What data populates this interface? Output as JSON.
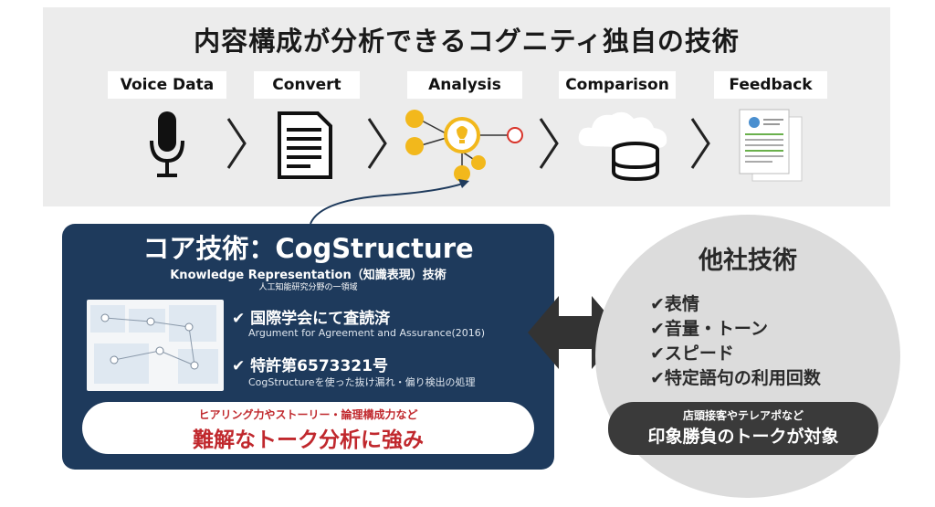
{
  "top": {
    "title": "内容構成が分析できるコグニティ独自の技術",
    "stages": [
      {
        "label": "Voice Data",
        "icon": "microphone-icon"
      },
      {
        "label": "Convert",
        "icon": "document-icon"
      },
      {
        "label": "Analysis",
        "icon": "analysis-network-icon"
      },
      {
        "label": "Comparison",
        "icon": "cloud-database-icon"
      },
      {
        "label": "Feedback",
        "icon": "report-pages-icon"
      }
    ]
  },
  "core": {
    "title": "コア技術：CogStructure",
    "subtitle": "Knowledge Representation（知識表現）技術",
    "subtitle2": "人工知能研究分野の一領域",
    "items": [
      {
        "head": "✔ 国際学会にて査読済",
        "sub": "Argument for Agreement and Assurance(2016)"
      },
      {
        "head": "✔ 特許第6573321号",
        "sub": "CogStructureを使った抜け漏れ・偏り検出の処理"
      }
    ],
    "strength_small": "ヒアリング力やストーリー・論理構成力など",
    "strength_big": "難解なトーク分析に強み"
  },
  "other": {
    "title": "他社技術",
    "items": [
      "✔表情",
      "✔音量・トーン",
      "✔スピード",
      "✔特定語句の利用回数"
    ],
    "pill_small": "店頭接客やテレアポなど",
    "pill_big": "印象勝負のトークが対象"
  },
  "colors": {
    "core_bg": "#1e3a5c",
    "accent_red": "#c0282d",
    "analysis_yellow": "#f2b81c",
    "circle_bg": "#dcdcdc",
    "band_bg": "#ececec"
  }
}
